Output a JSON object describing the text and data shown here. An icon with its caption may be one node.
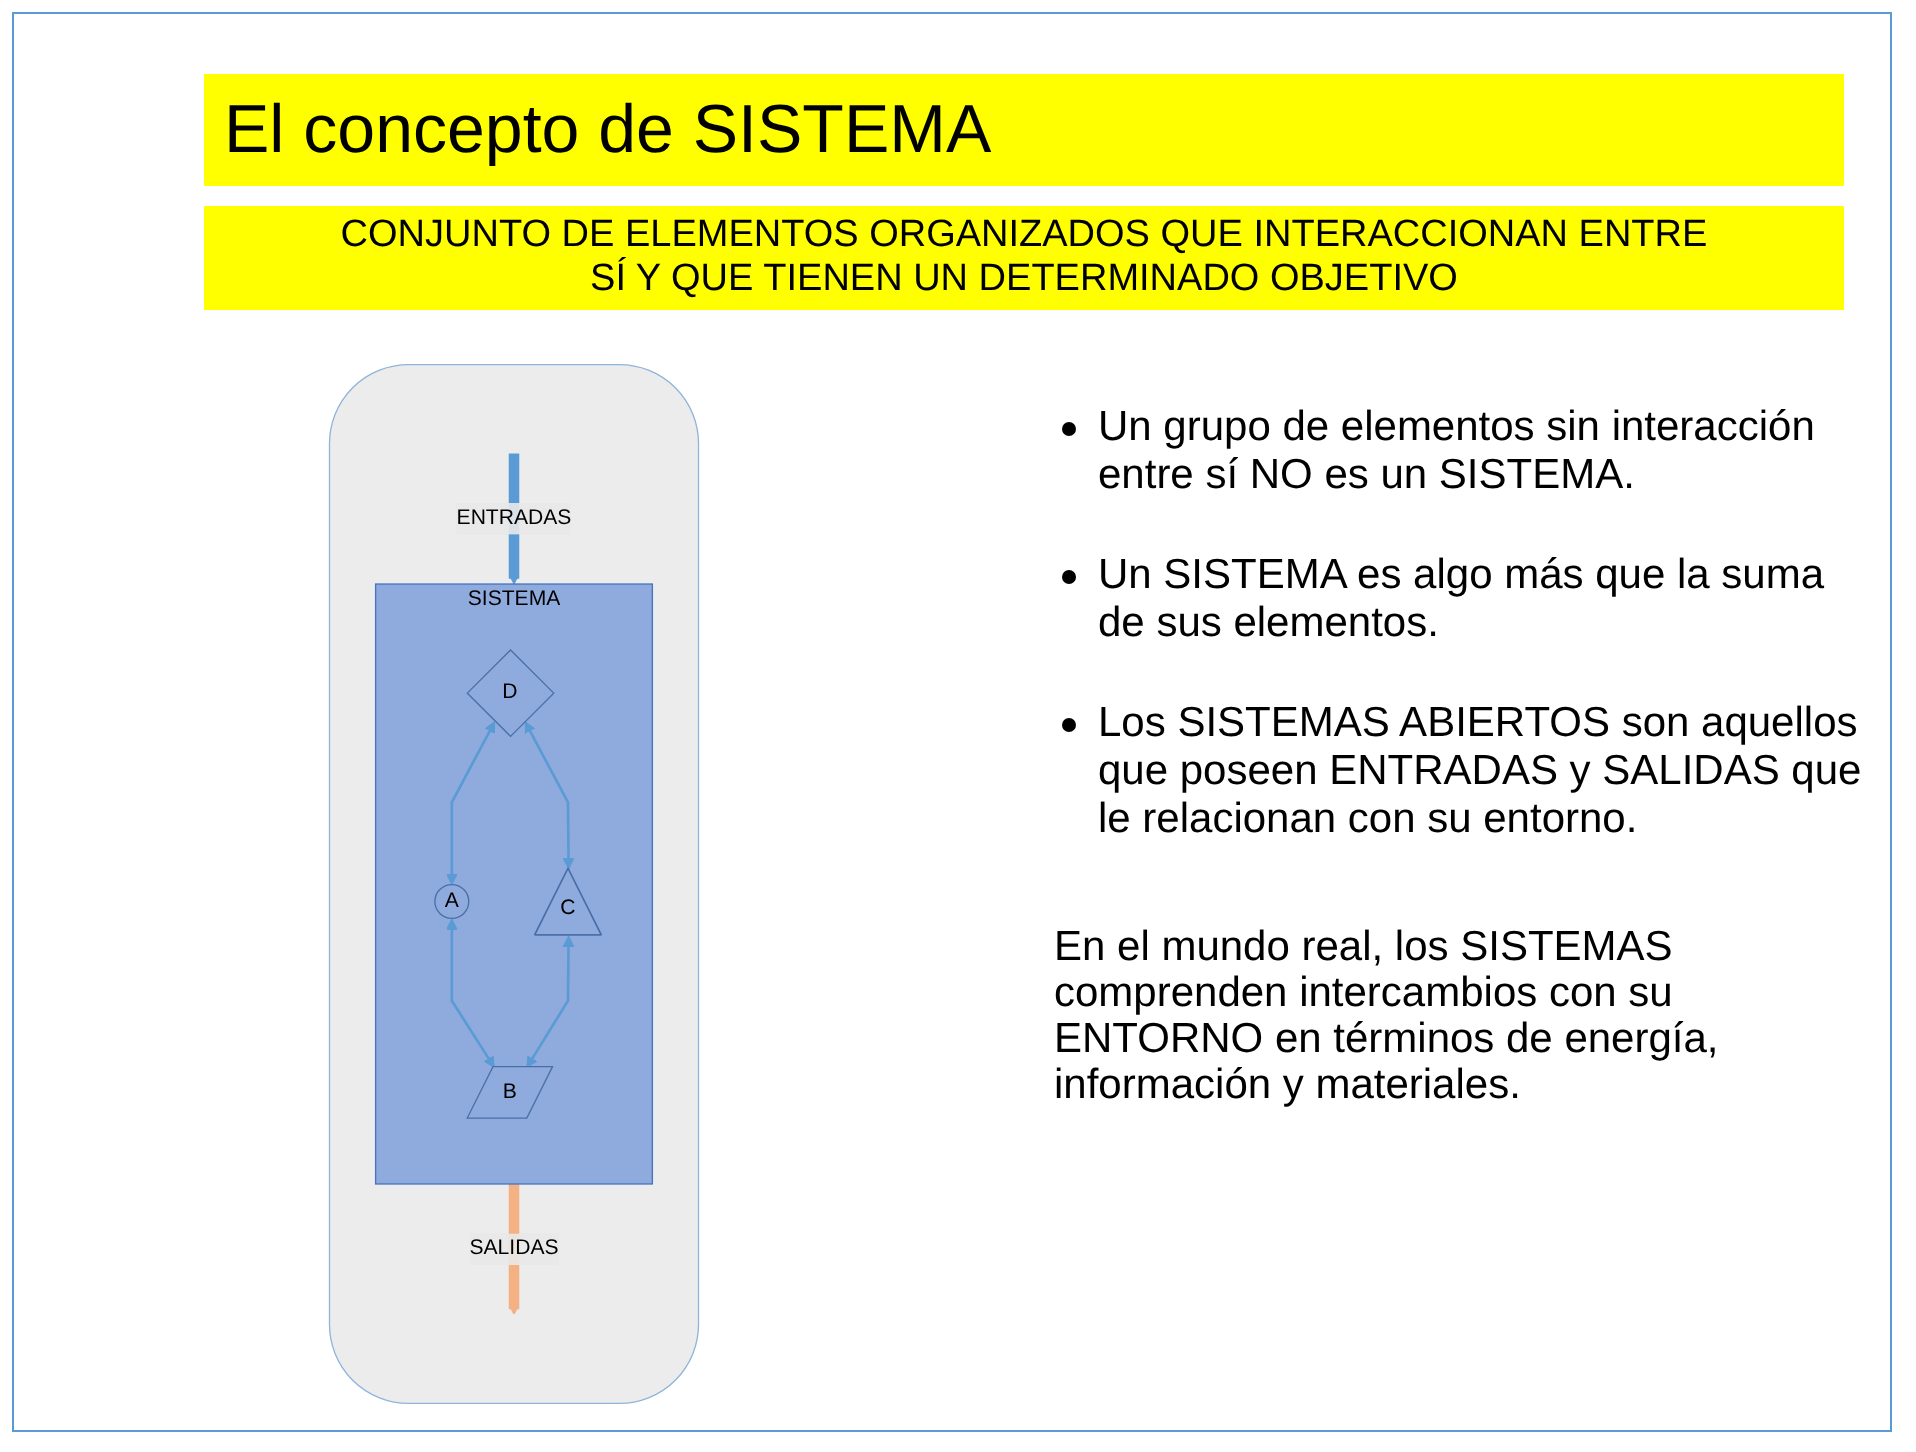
{
  "diagram": {
    "title": "El concepto de SISTEMA",
    "nodes": [
      {
        "text": [],
        "shape": "cloud"
      },
      {
        "text": [
          "SISTEMA"
        ],
        "in": 0
      },
      {
        "text": [
          "A"
        ],
        "in": 1
      },
      {
        "text": [
          "B"
        ],
        "in": 1
      },
      {
        "text": [
          "C"
        ],
        "in": 1
      },
      {
        "text": [
          "D"
        ],
        "in": 1
      }
    ],
    "edges": [
      {
        "from": 2,
        "to": 3,
        "arrow": "both"
      },
      {
        "from": 5,
        "to": 2,
        "arrow": "both"
      },
      {
        "from": 4,
        "to": 3,
        "arrow": "both"
      },
      {
        "from": 5,
        "to": 4,
        "arrow": "both"
      },
      {
        "from": null,
        "to": 1,
        "arrow": "to",
        "label": "ENTRADAS",
        "style": "thick"
      },
      {
        "from": 1,
        "to": null,
        "arrow": "to",
        "label": "SALIDAS",
        "style": "thick",
        "color": "#f4b183"
      }
    ],
    "labels": [
      "CONJUNTO DE ELEMENTOS ORGANIZADOS QUE INTERACCIONAN ENTRE SÍ Y QUE TIENEN UN DETERMINADO OBJETIVO",
      "Un grupo de elementos sin interacción entre sí NO es un SISTEMA.",
      "Un SISTEMA es algo más que la suma de sus elementos.",
      "Los SISTEMAS ABIERTOS son aquellos que poseen ENTRADAS y SALIDAS que le relacionan con su entorno.",
      "En el mundo real, los SISTEMAS comprenden intercambios con su ENTORNO en términos de energía, información y materiales."
    ]
  }
}
